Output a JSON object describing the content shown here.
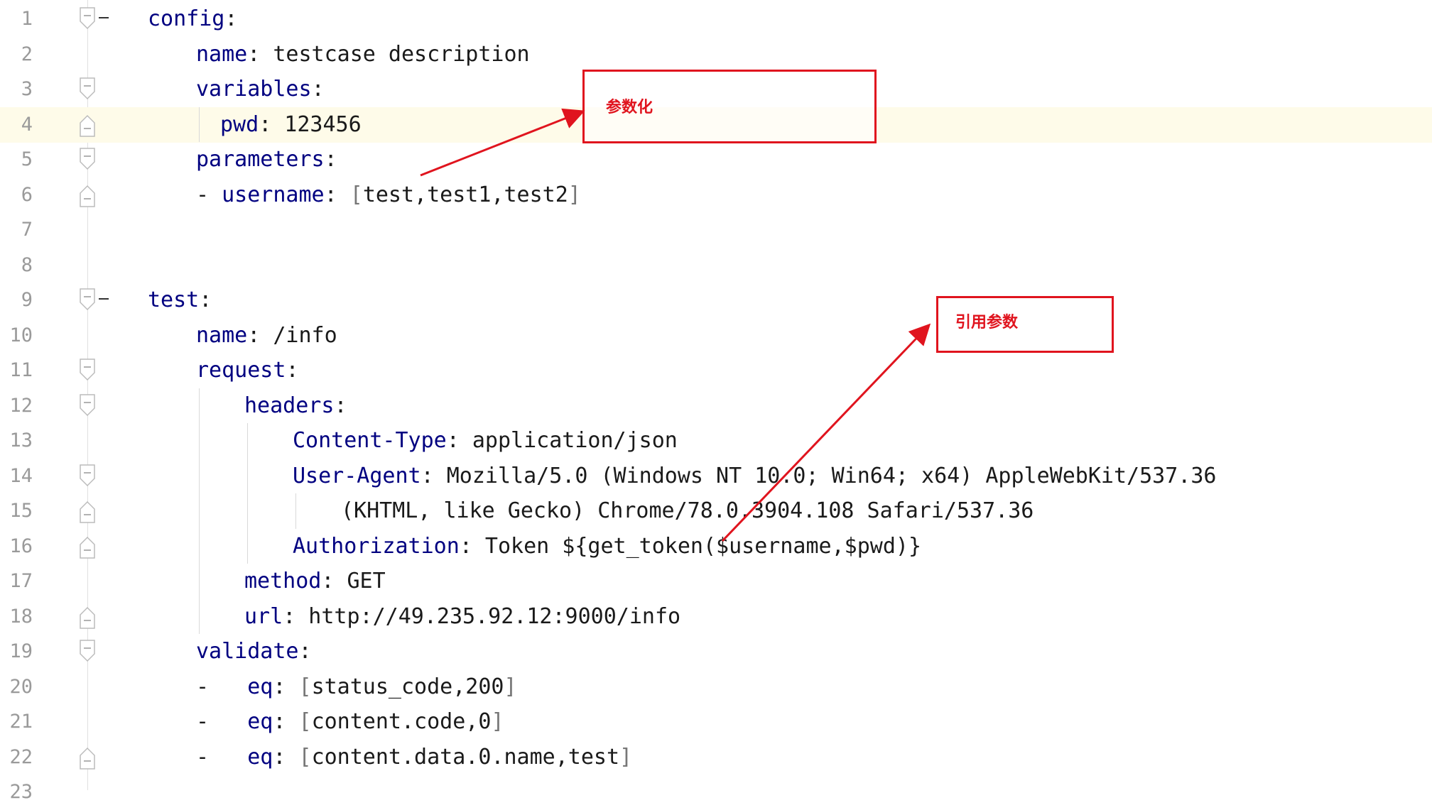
{
  "editor": {
    "lines": [
      {
        "num": "1",
        "parts": [
          {
            "t": "key",
            "v": "config"
          },
          {
            "t": "plain",
            "v": ":"
          }
        ],
        "indent": 0,
        "fold": "open-dash"
      },
      {
        "num": "2",
        "parts": [
          {
            "t": "key",
            "v": "name"
          },
          {
            "t": "plain",
            "v": ": testcase description"
          }
        ],
        "indent": 1,
        "fold": ""
      },
      {
        "num": "3",
        "parts": [
          {
            "t": "key",
            "v": "variables"
          },
          {
            "t": "plain",
            "v": ":"
          }
        ],
        "indent": 1,
        "fold": "open"
      },
      {
        "num": "4",
        "parts": [
          {
            "t": "key",
            "v": "pwd"
          },
          {
            "t": "plain",
            "v": ": 123456"
          }
        ],
        "indent": 1.5,
        "fold": "close",
        "current": true
      },
      {
        "num": "5",
        "parts": [
          {
            "t": "key",
            "v": "parameters"
          },
          {
            "t": "plain",
            "v": ":"
          }
        ],
        "indent": 1,
        "fold": "open"
      },
      {
        "num": "6",
        "parts": [
          {
            "t": "plain",
            "v": "- "
          },
          {
            "t": "key",
            "v": "username"
          },
          {
            "t": "plain",
            "v": ": "
          },
          {
            "t": "bracket",
            "v": "["
          },
          {
            "t": "plain",
            "v": "test,test1,test2"
          },
          {
            "t": "bracket",
            "v": "]"
          }
        ],
        "indent": 1,
        "fold": "close"
      },
      {
        "num": "7",
        "parts": [],
        "indent": 0,
        "fold": ""
      },
      {
        "num": "8",
        "parts": [],
        "indent": 0,
        "fold": ""
      },
      {
        "num": "9",
        "parts": [
          {
            "t": "key",
            "v": "test"
          },
          {
            "t": "plain",
            "v": ":"
          }
        ],
        "indent": 0,
        "fold": "open-dash"
      },
      {
        "num": "10",
        "parts": [
          {
            "t": "key",
            "v": "name"
          },
          {
            "t": "plain",
            "v": ": /info"
          }
        ],
        "indent": 1,
        "fold": ""
      },
      {
        "num": "11",
        "parts": [
          {
            "t": "key",
            "v": "request"
          },
          {
            "t": "plain",
            "v": ":"
          }
        ],
        "indent": 1,
        "fold": "open"
      },
      {
        "num": "12",
        "parts": [
          {
            "t": "key",
            "v": "headers"
          },
          {
            "t": "plain",
            "v": ":"
          }
        ],
        "indent": 2,
        "fold": "open"
      },
      {
        "num": "13",
        "parts": [
          {
            "t": "key",
            "v": "Content-Type"
          },
          {
            "t": "plain",
            "v": ": application/json"
          }
        ],
        "indent": 3,
        "fold": ""
      },
      {
        "num": "14",
        "parts": [
          {
            "t": "key",
            "v": "User-Agent"
          },
          {
            "t": "plain",
            "v": ": Mozilla/5.0 (Windows NT 10.0; Win64; x64) AppleWebKit/537.36"
          }
        ],
        "indent": 3,
        "fold": "open"
      },
      {
        "num": "15",
        "parts": [
          {
            "t": "plain",
            "v": "(KHTML, like Gecko) Chrome/78.0.3904.108 Safari/537.36"
          }
        ],
        "indent": 4,
        "fold": "close"
      },
      {
        "num": "16",
        "parts": [
          {
            "t": "key",
            "v": "Authorization"
          },
          {
            "t": "plain",
            "v": ": Token ${get_token($username,$pwd)}"
          }
        ],
        "indent": 3,
        "fold": "close"
      },
      {
        "num": "17",
        "parts": [
          {
            "t": "key",
            "v": "method"
          },
          {
            "t": "plain",
            "v": ": GET"
          }
        ],
        "indent": 2,
        "fold": ""
      },
      {
        "num": "18",
        "parts": [
          {
            "t": "key",
            "v": "url"
          },
          {
            "t": "plain",
            "v": ": http://49.235.92.12:9000/info"
          }
        ],
        "indent": 2,
        "fold": "close"
      },
      {
        "num": "19",
        "parts": [
          {
            "t": "key",
            "v": "validate"
          },
          {
            "t": "plain",
            "v": ":"
          }
        ],
        "indent": 1,
        "fold": "open"
      },
      {
        "num": "20",
        "parts": [
          {
            "t": "plain",
            "v": "-   "
          },
          {
            "t": "key",
            "v": "eq"
          },
          {
            "t": "plain",
            "v": ": "
          },
          {
            "t": "bracket",
            "v": "["
          },
          {
            "t": "plain",
            "v": "status_code,200"
          },
          {
            "t": "bracket",
            "v": "]"
          }
        ],
        "indent": 1,
        "fold": ""
      },
      {
        "num": "21",
        "parts": [
          {
            "t": "plain",
            "v": "-   "
          },
          {
            "t": "key",
            "v": "eq"
          },
          {
            "t": "plain",
            "v": ": "
          },
          {
            "t": "bracket",
            "v": "["
          },
          {
            "t": "plain",
            "v": "content.code,0"
          },
          {
            "t": "bracket",
            "v": "]"
          }
        ],
        "indent": 1,
        "fold": ""
      },
      {
        "num": "22",
        "parts": [
          {
            "t": "plain",
            "v": "-   "
          },
          {
            "t": "key",
            "v": "eq"
          },
          {
            "t": "plain",
            "v": ": "
          },
          {
            "t": "bracket",
            "v": "["
          },
          {
            "t": "plain",
            "v": "content.data.0.name,test"
          },
          {
            "t": "bracket",
            "v": "]"
          }
        ],
        "indent": 1,
        "fold": "close"
      },
      {
        "num": "23",
        "parts": [],
        "indent": 0,
        "fold": ""
      }
    ]
  },
  "annotations": {
    "parameterize_label": "参数化",
    "reference_label": "引用参数",
    "color": "#e0141e"
  },
  "colors": {
    "key": "#000080",
    "text": "#1a1a1a",
    "line_number": "#9a9a9a",
    "current_line": "#fefbe9"
  }
}
